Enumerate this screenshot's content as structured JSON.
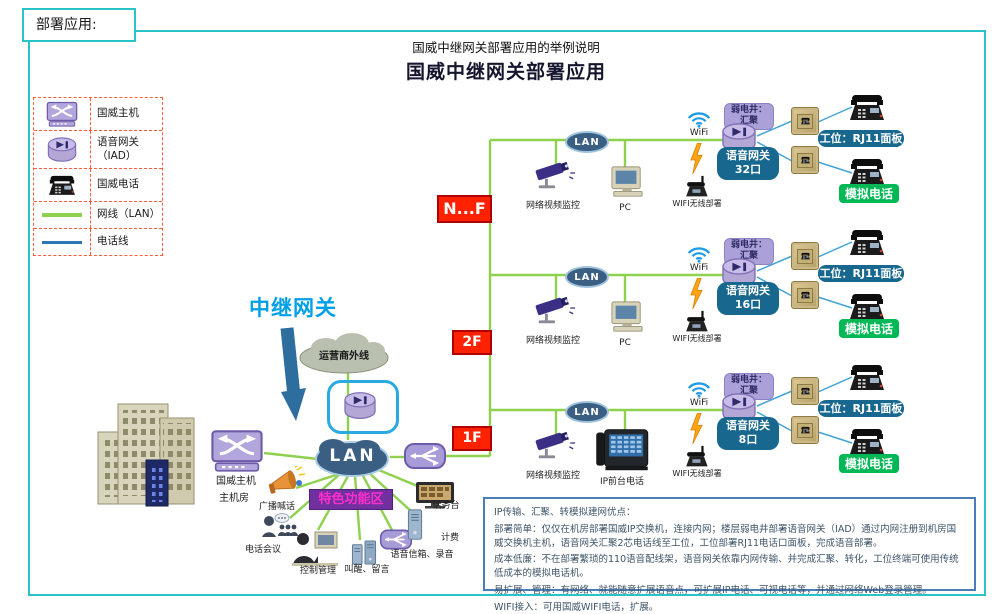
{
  "page": {
    "tab": "部署应用:",
    "subtitle": "国威中继网关部署应用的举例说明",
    "title": "国威中继网关部署应用"
  },
  "legend": {
    "items": [
      {
        "icon": "switch-icon",
        "label": "国威主机"
      },
      {
        "icon": "iad-gateway-icon",
        "label": "语音网关（IAD）"
      },
      {
        "icon": "analog-phone-icon",
        "label": "国威电话"
      },
      {
        "icon": "lan-line-sample",
        "label": "网线（LAN）"
      },
      {
        "icon": "tel-line-sample",
        "label": "电话线"
      }
    ]
  },
  "floors": [
    {
      "label": "N...F",
      "lan": "LAN",
      "camera_label": "网络视频监控",
      "device2_label": "PC",
      "wifi_label": "WiFi",
      "wireless_label": "WIFI无线部署",
      "riser_label": "弱电井：汇聚",
      "gateway_label": "语音网关",
      "gateway_ports": "32口",
      "panel_label": "工位：RJ11面板",
      "analog_label": "模拟电话"
    },
    {
      "label": "2F",
      "lan": "LAN",
      "camera_label": "网络视频监控",
      "device2_label": "PC",
      "wifi_label": "WiFi",
      "wireless_label": "WIFI无线部署",
      "riser_label": "弱电井：汇聚",
      "gateway_label": "语音网关",
      "gateway_ports": "16口",
      "panel_label": "工位：RJ11面板",
      "analog_label": "模拟电话"
    },
    {
      "label": "1F",
      "lan": "LAN",
      "camera_label": "网络视频监控",
      "device2_label": "IP前台电话",
      "wifi_label": "WiFi",
      "wireless_label": "WIFI无线部署",
      "riser_label": "弱电井：汇聚",
      "gateway_label": "语音网关",
      "gateway_ports": "8口",
      "panel_label": "工位：RJ11面板",
      "analog_label": "模拟电话"
    }
  ],
  "core": {
    "trunk_callout": "中继网关",
    "cloud_label": "运营商外线",
    "lan_label": "LAN",
    "host_label": "国威主机",
    "room_label": "主机房",
    "features_title": "特色功能区",
    "features": [
      "广播喊话",
      "电话会议",
      "控制管理",
      "叫醒、留言",
      "语音信箱、录音",
      "计费",
      "话务台"
    ]
  },
  "notes": {
    "lines": [
      "IP传输、汇聚、转模拟建网优点：",
      "部署简单：仅仅在机房部署国威IP交换机，连接内网；楼层弱电井部署语音网关（IAD）通过内网注册到机房国威交换机主机，语音网关汇聚2芯电话线至工位，工位部署RJ11电话口面板，完成语音部署。",
      "成本低廉：不在部署繁琐的110语音配线架，语音网关依靠内网传输、并完成汇聚、转化，工位终端可使用传统低成本的模拟电话机。",
      "易扩展、管理：有网络、就能随意扩展语音点，可扩展IP电话、可视电话等，并通过网络Web登录管理。",
      "WIFI接入：可用国威WIFI电话，扩展。"
    ]
  },
  "colors": {
    "frame": "#2BC4C6",
    "floor_tag": "#FF2200",
    "lan_line": "#8FD14F",
    "tel_line": "#44A3D9",
    "callout": "#00A0E9",
    "feature_bg": "#7030A0",
    "feature_text": "#FF2ECC",
    "gateway_tag": "#17678F",
    "analog_tag": "#00B956",
    "riser_tag": "#ABA0D8",
    "notes_border": "#4A7EBB"
  }
}
